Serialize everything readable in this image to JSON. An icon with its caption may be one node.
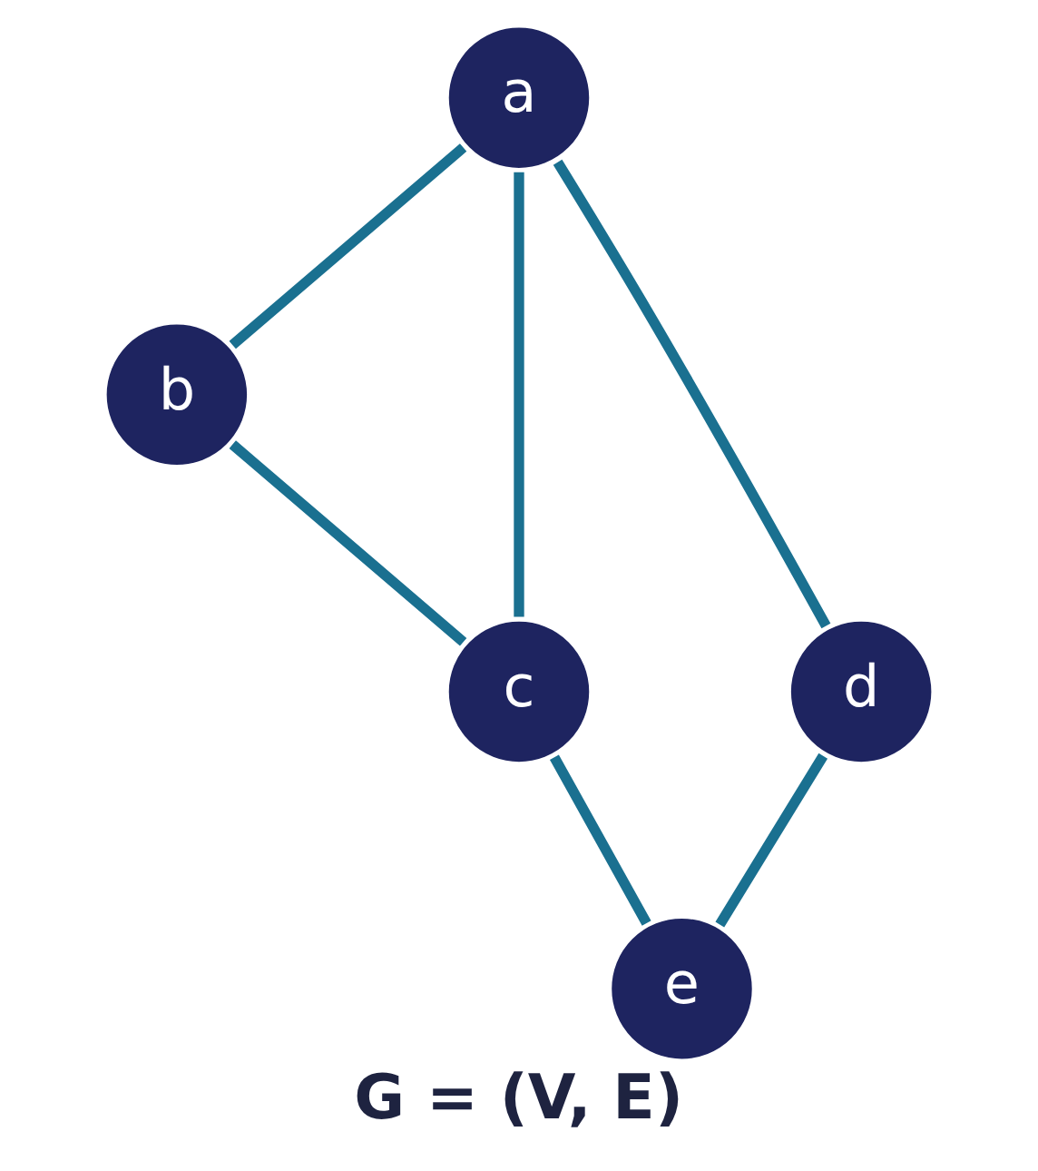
{
  "diagram": {
    "caption": "G = (V, E)",
    "nodes": [
      {
        "text": [
          "a"
        ]
      },
      {
        "text": [
          "b"
        ]
      },
      {
        "text": [
          "c"
        ]
      },
      {
        "text": [
          "d"
        ]
      },
      {
        "text": [
          "e"
        ]
      }
    ],
    "edges": [
      {
        "from": 0,
        "to": 1,
        "arrow": "none"
      },
      {
        "from": 0,
        "to": 2,
        "arrow": "none"
      },
      {
        "from": 0,
        "to": 3,
        "arrow": "none"
      },
      {
        "from": 1,
        "to": 2,
        "arrow": "none"
      },
      {
        "from": 2,
        "to": 4,
        "arrow": "none"
      },
      {
        "from": 3,
        "to": 4,
        "arrow": "none"
      }
    ]
  }
}
